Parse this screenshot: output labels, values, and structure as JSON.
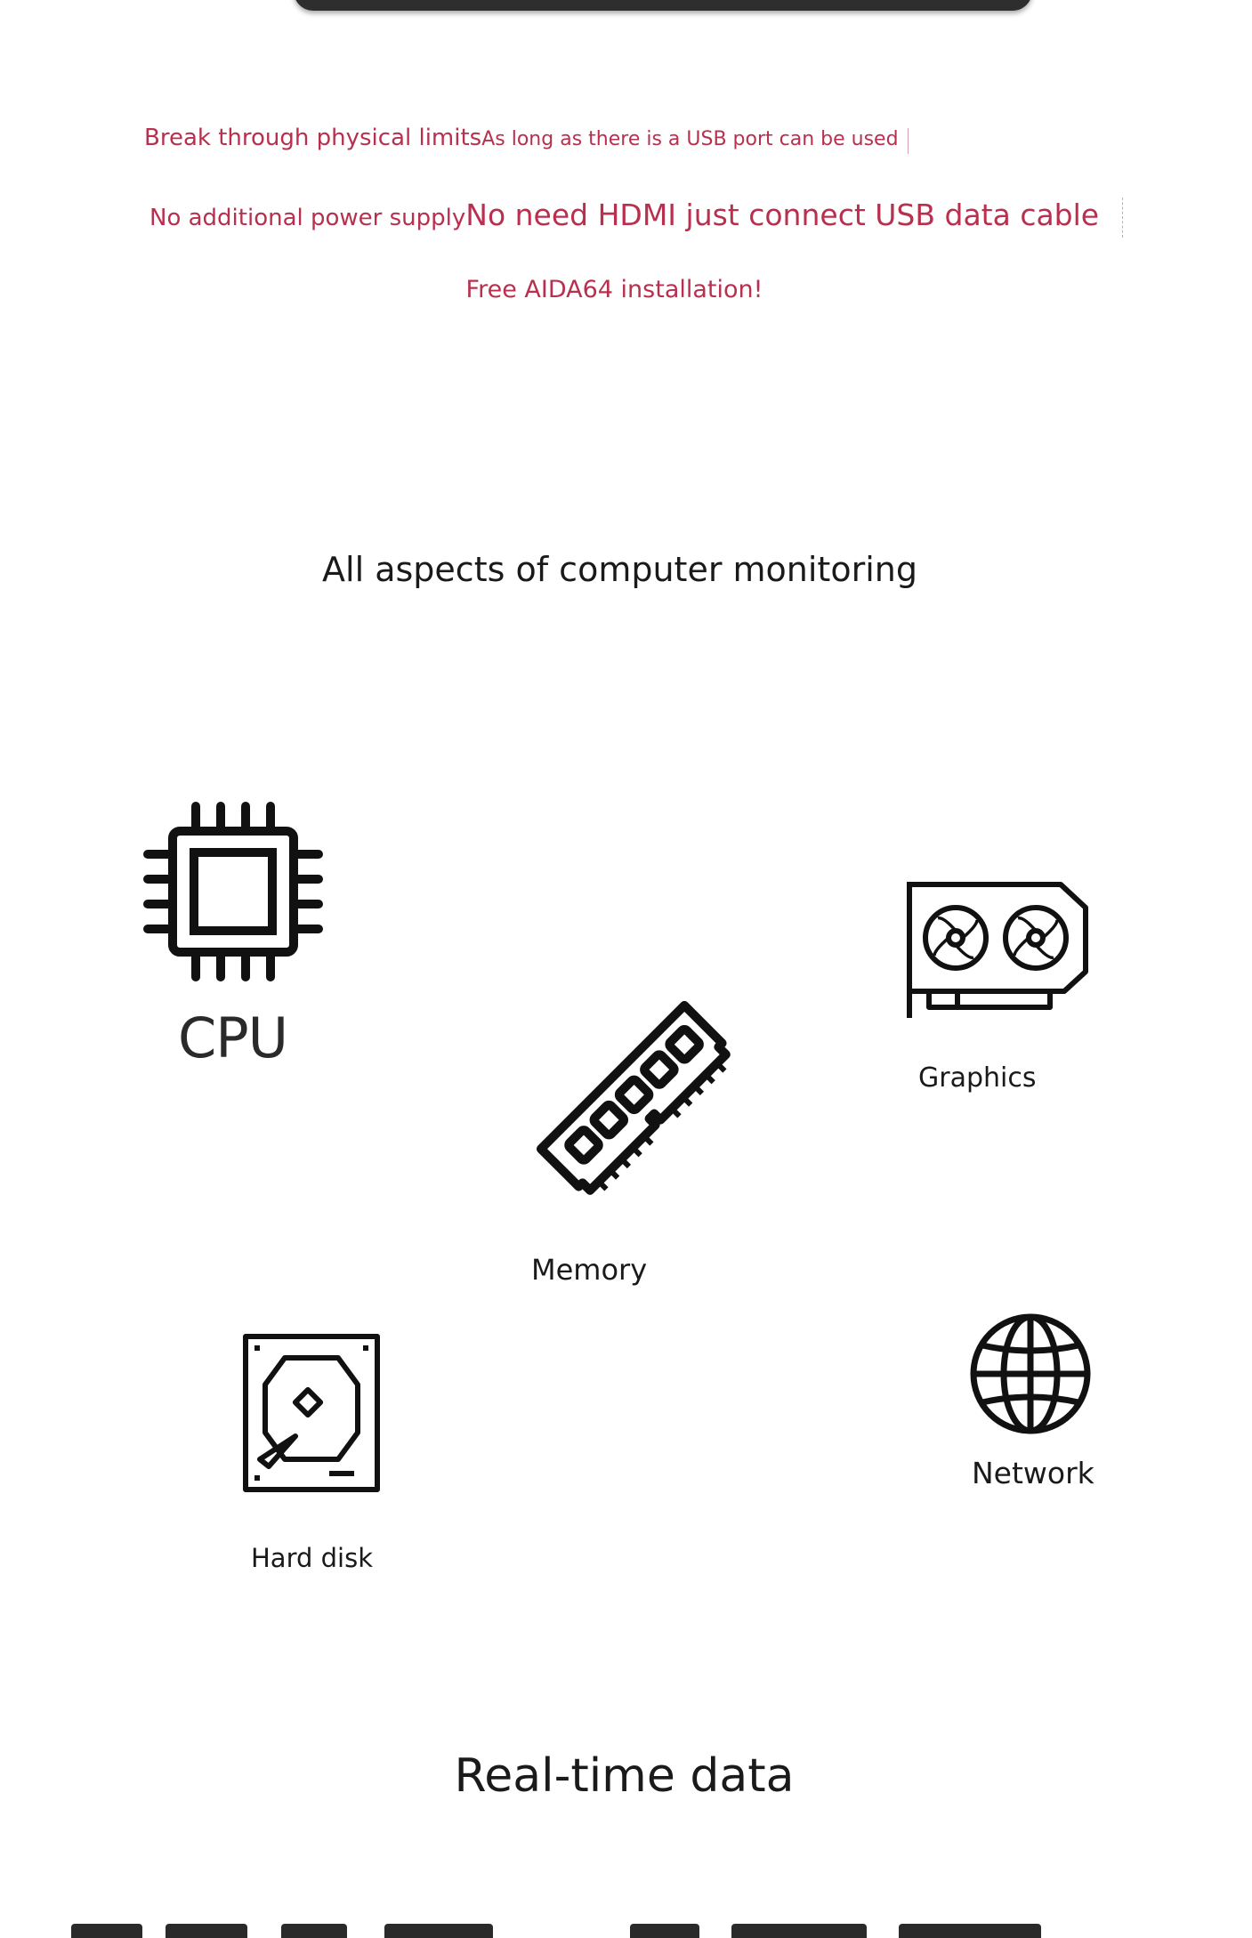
{
  "promo": {
    "line1_a": "Break through physical limits",
    "line1_b": "As long as there is a USB port can be used",
    "line2_a": "No additional power supply",
    "line2_b": "No need HDMI just connect USB data cable",
    "line3": "Free AIDA64 installation!"
  },
  "monitoring": {
    "title": "All aspects of computer monitoring",
    "items": [
      {
        "label": "CPU",
        "icon": "cpu-chip-icon"
      },
      {
        "label": "Graphics",
        "icon": "graphics-card-icon"
      },
      {
        "label": "Memory",
        "icon": "memory-module-icon"
      },
      {
        "label": "Hard disk",
        "icon": "hard-disk-icon"
      },
      {
        "label": "Network",
        "icon": "globe-network-icon"
      }
    ]
  },
  "realtime": {
    "title": "Real-time data"
  },
  "colors": {
    "accent": "#b8304e",
    "text": "#1a1a1a",
    "background": "#ffffff"
  }
}
